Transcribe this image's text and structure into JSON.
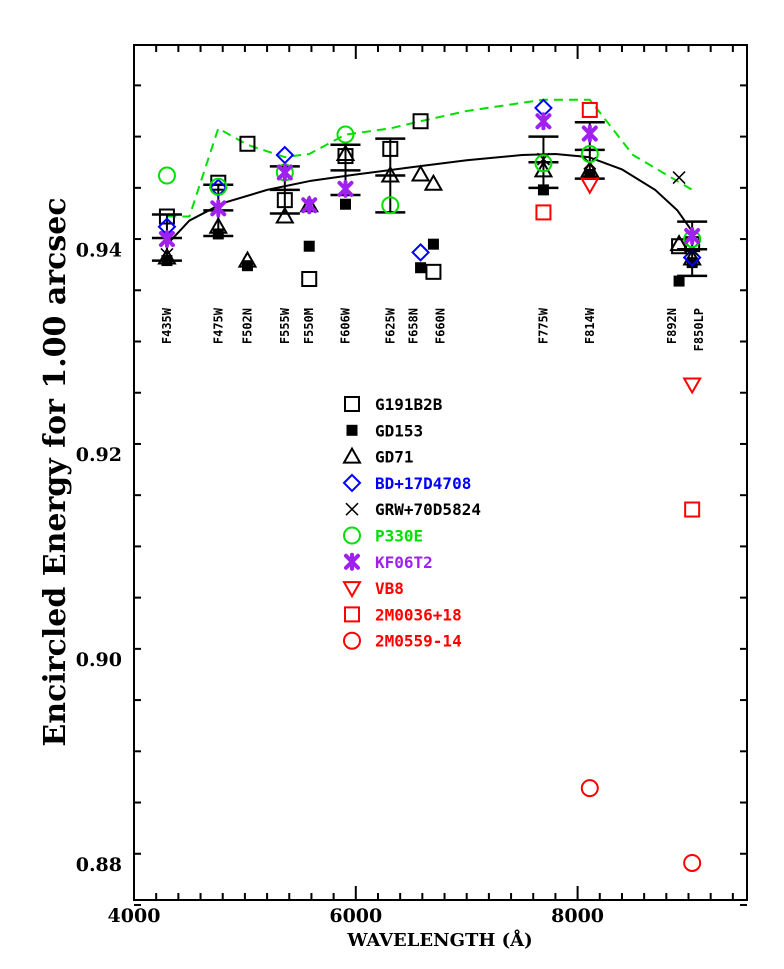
{
  "chart_data": {
    "type": "scatter",
    "title": "",
    "xlabel": "WAVELENGTH (Å)",
    "ylabel": "Encircled Energy for 1.00 arcsec",
    "xlim": [
      4000,
      9500
    ],
    "ylim": [
      0.875,
      0.96
    ],
    "xticks": [
      4000,
      6000,
      8000
    ],
    "xtick_labels": [
      "4000",
      "6000",
      "8000"
    ],
    "yticks": [
      0.88,
      0.9,
      0.92,
      0.94
    ],
    "ytick_labels": [
      "0.88",
      "0.90",
      "0.92",
      "0.94"
    ],
    "grid": false,
    "legend_placement": "center",
    "filters": [
      {
        "label": "F435W",
        "x": 4297
      },
      {
        "label": "F475W",
        "x": 4760
      },
      {
        "label": "F502N",
        "x": 5023
      },
      {
        "label": "F555W",
        "x": 5360
      },
      {
        "label": "F550M",
        "x": 5580
      },
      {
        "label": "F606W",
        "x": 5907
      },
      {
        "label": "F625W",
        "x": 6311
      },
      {
        "label": "F658N",
        "x": 6584
      },
      {
        "label": "F660N",
        "x": 6700
      },
      {
        "label": "F775W",
        "x": 7692
      },
      {
        "label": "F814W",
        "x": 8110
      },
      {
        "label": "F892N",
        "x": 8915
      },
      {
        "label": "F850LP",
        "x": 9033
      }
    ],
    "series": [
      {
        "name": "G191B2B",
        "marker": "square-open",
        "color": "#000000",
        "points": [
          [
            4297,
            0.9432
          ],
          [
            4760,
            0.9465
          ],
          [
            5023,
            0.9503
          ],
          [
            5360,
            0.9448
          ],
          [
            5580,
            0.9371
          ],
          [
            5907,
            0.9491
          ],
          [
            6311,
            0.9498
          ],
          [
            6584,
            0.9525
          ],
          [
            6700,
            0.9378
          ],
          [
            8915,
            0.9403
          ],
          [
            9033,
            0.9405
          ]
        ]
      },
      {
        "name": "GD153",
        "marker": "square-filled",
        "color": "#000000",
        "points": [
          [
            4297,
            0.9389
          ],
          [
            4760,
            0.9415
          ],
          [
            5023,
            0.9384
          ],
          [
            5580,
            0.9403
          ],
          [
            5907,
            0.9444
          ],
          [
            6584,
            0.9382
          ],
          [
            6700,
            0.9405
          ],
          [
            7692,
            0.9458
          ],
          [
            8110,
            0.9473
          ],
          [
            8915,
            0.9369
          ],
          [
            9033,
            0.9387
          ]
        ]
      },
      {
        "name": "GD71",
        "marker": "triangle-open",
        "color": "#000000",
        "points": [
          [
            4297,
            0.9392
          ],
          [
            4760,
            0.9422
          ],
          [
            5023,
            0.9389
          ],
          [
            5360,
            0.9432
          ],
          [
            5580,
            0.9443
          ],
          [
            5907,
            0.9493
          ],
          [
            6311,
            0.9472
          ],
          [
            6584,
            0.9473
          ],
          [
            6700,
            0.9464
          ],
          [
            7692,
            0.9477
          ],
          [
            8110,
            0.9477
          ],
          [
            8915,
            0.9405
          ],
          [
            9033,
            0.9391
          ]
        ]
      },
      {
        "name": "BD+17D4708",
        "marker": "diamond-open",
        "color": "#0000ff",
        "points": [
          [
            4297,
            0.9422
          ],
          [
            4760,
            0.946
          ],
          [
            5360,
            0.9492
          ],
          [
            6584,
            0.9397
          ],
          [
            7692,
            0.9538
          ],
          [
            9033,
            0.9392
          ]
        ]
      },
      {
        "name": "GRW+70D5824",
        "marker": "x",
        "color": "#000000",
        "points": [
          [
            4297,
            0.9395
          ],
          [
            7692,
            0.9488
          ],
          [
            8110,
            0.9484
          ],
          [
            8915,
            0.947
          ],
          [
            9033,
            0.94
          ]
        ]
      },
      {
        "name": "P330E",
        "marker": "circle-open",
        "color": "#00e000",
        "points": [
          [
            4297,
            0.9472
          ],
          [
            4760,
            0.9461
          ],
          [
            5360,
            0.9475
          ],
          [
            5907,
            0.9512
          ],
          [
            6311,
            0.9443
          ],
          [
            7692,
            0.9484
          ],
          [
            8110,
            0.9493
          ],
          [
            9033,
            0.941
          ]
        ]
      },
      {
        "name": "KF06T2",
        "marker": "asterisk",
        "color": "#a020f0",
        "points": [
          [
            4297,
            0.941
          ],
          [
            4760,
            0.944
          ],
          [
            5360,
            0.9475
          ],
          [
            5580,
            0.9443
          ],
          [
            5907,
            0.9459
          ],
          [
            7692,
            0.9525
          ],
          [
            8110,
            0.9513
          ],
          [
            9033,
            0.9413
          ]
        ]
      },
      {
        "name": "VB8",
        "marker": "triangle-down-open",
        "color": "#ff0000",
        "points": [
          [
            8110,
            0.9463
          ],
          [
            9033,
            0.9268
          ]
        ]
      },
      {
        "name": "2M0036+18",
        "marker": "square-open",
        "color": "#ff0000",
        "points": [
          [
            7692,
            0.9436
          ],
          [
            8110,
            0.9536
          ],
          [
            9033,
            0.9146
          ]
        ]
      },
      {
        "name": "2M0559-14",
        "marker": "circle-open",
        "color": "#ff0000",
        "points": [
          [
            8110,
            0.8874
          ],
          [
            9033,
            0.8801
          ]
        ]
      }
    ],
    "error_bars": [
      {
        "x": 4297,
        "mean": 0.9411,
        "low": 0.9389,
        "high": 0.9434
      },
      {
        "x": 4760,
        "mean": 0.9438,
        "low": 0.9413,
        "high": 0.9463
      },
      {
        "x": 5360,
        "mean": 0.9458,
        "low": 0.9435,
        "high": 0.9481
      },
      {
        "x": 5907,
        "mean": 0.9477,
        "low": 0.9453,
        "high": 0.9502
      },
      {
        "x": 6311,
        "mean": 0.9472,
        "low": 0.9436,
        "high": 0.9508
      },
      {
        "x": 7692,
        "mean": 0.9485,
        "low": 0.946,
        "high": 0.951
      },
      {
        "x": 8110,
        "mean": 0.9497,
        "low": 0.9469,
        "high": 0.9524
      },
      {
        "x": 9033,
        "mean": 0.94,
        "low": 0.9374,
        "high": 0.9427
      }
    ],
    "fit_curve": {
      "color": "#000000",
      "style": "solid",
      "points": [
        [
          4300,
          0.9405
        ],
        [
          4500,
          0.9428
        ],
        [
          4800,
          0.9445
        ],
        [
          5200,
          0.9458
        ],
        [
          5600,
          0.9467
        ],
        [
          6000,
          0.9473
        ],
        [
          6500,
          0.948
        ],
        [
          7000,
          0.9487
        ],
        [
          7500,
          0.9492
        ],
        [
          7800,
          0.9493
        ],
        [
          8100,
          0.949
        ],
        [
          8400,
          0.9478
        ],
        [
          8700,
          0.9458
        ],
        [
          8900,
          0.9438
        ],
        [
          9050,
          0.9415
        ]
      ]
    },
    "envelope_curve": {
      "color": "#00e000",
      "style": "dashed",
      "points": [
        [
          4300,
          0.9432
        ],
        [
          4500,
          0.9432
        ],
        [
          4760,
          0.9518
        ],
        [
          5023,
          0.9502
        ],
        [
          5360,
          0.949
        ],
        [
          5580,
          0.9493
        ],
        [
          5907,
          0.9512
        ],
        [
          6311,
          0.9518
        ],
        [
          6584,
          0.9525
        ],
        [
          7000,
          0.9535
        ],
        [
          7692,
          0.9546
        ],
        [
          8110,
          0.9546
        ],
        [
          8500,
          0.9492
        ],
        [
          9050,
          0.9457
        ]
      ]
    }
  }
}
